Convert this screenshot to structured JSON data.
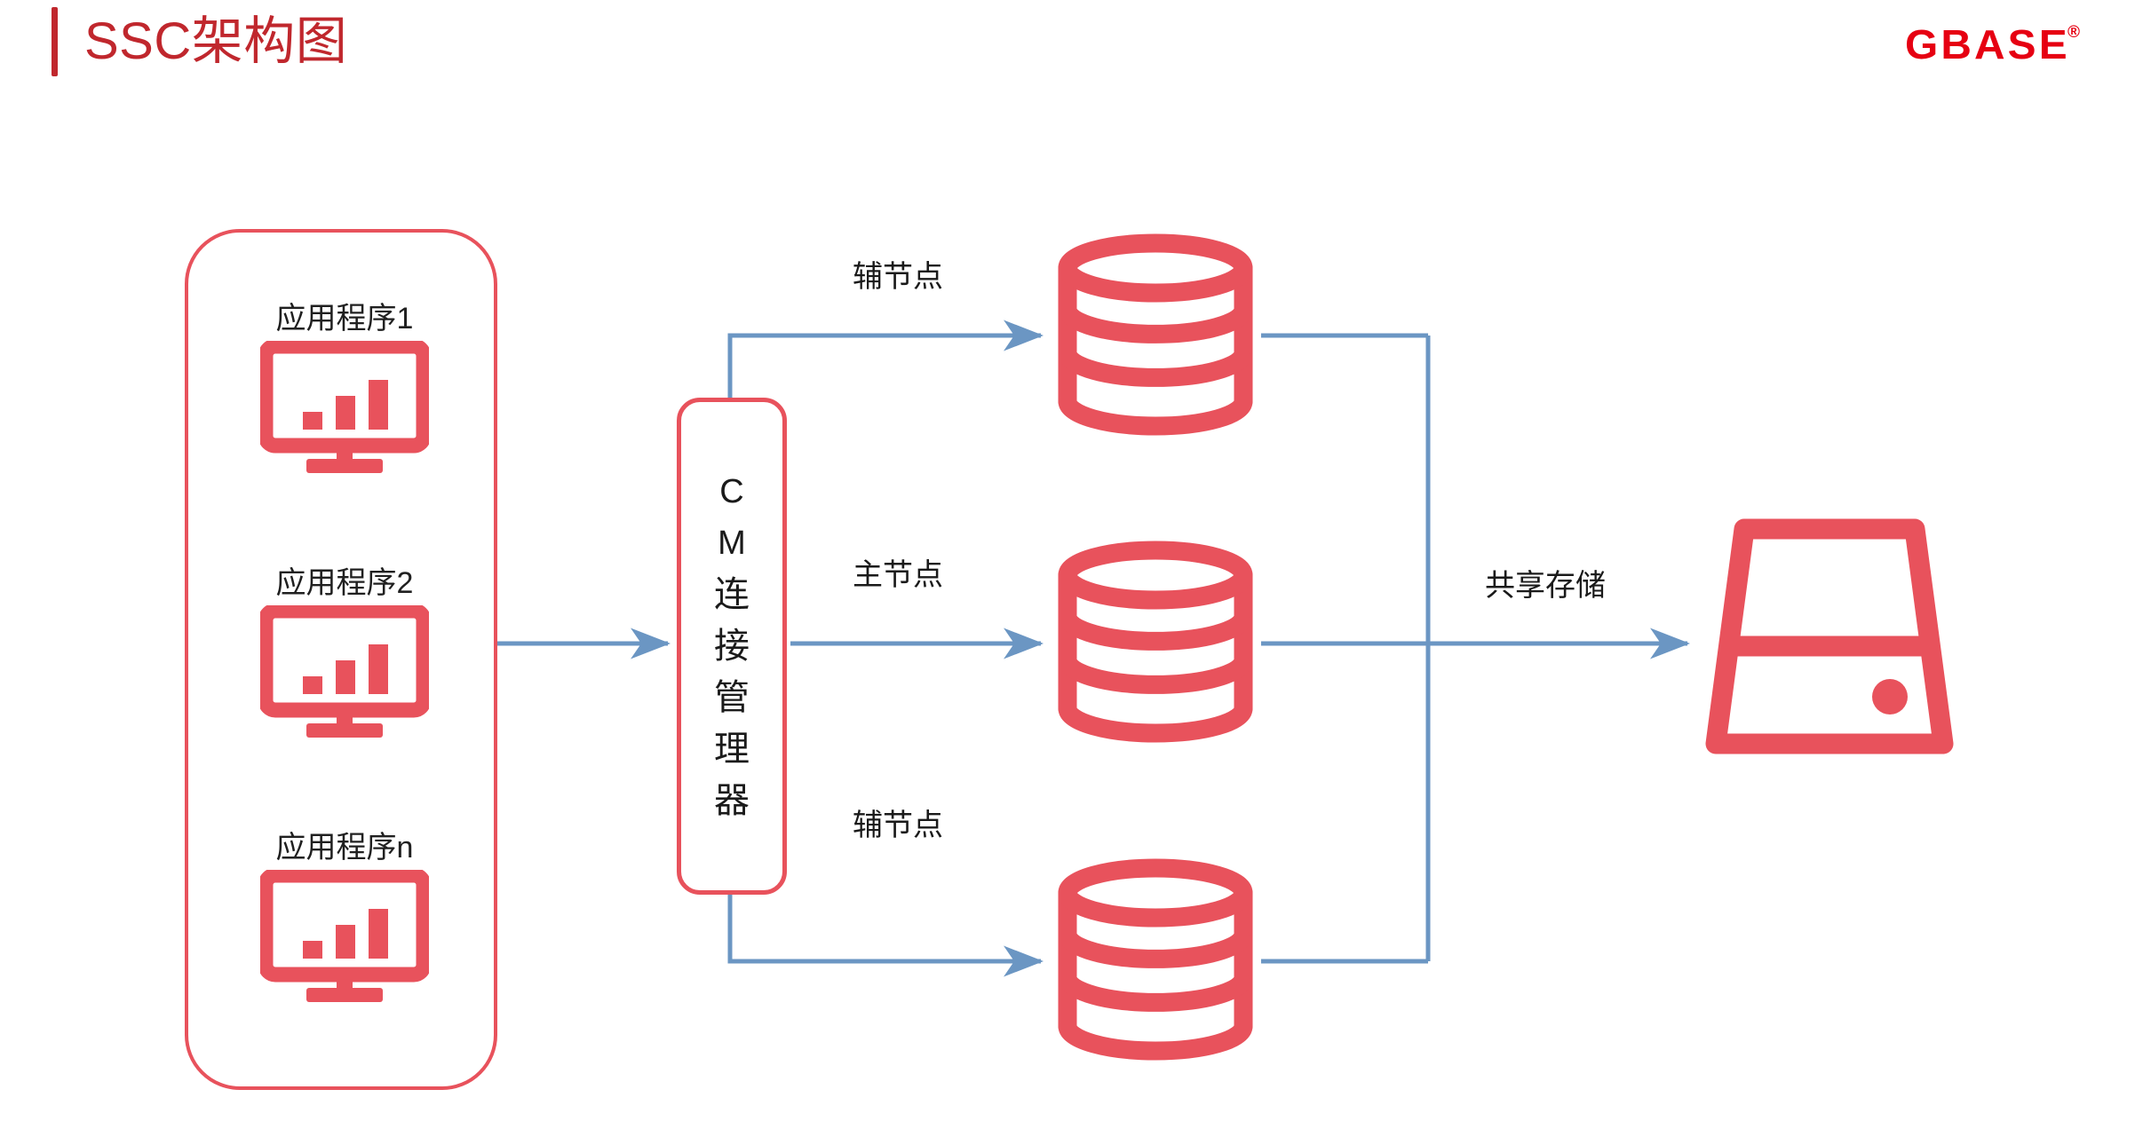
{
  "header": {
    "title": "SSC架构图",
    "brand": "GBASE",
    "brand_registered": "®",
    "accent_color": "#c0272d",
    "brand_color": "#e60012"
  },
  "colors": {
    "node_red": "#e8525c",
    "connector_blue": "#6b96c3",
    "text_dark": "#1a1a1a",
    "background": "#ffffff"
  },
  "diagram": {
    "type": "architecture-diagram",
    "app_group": {
      "name": "application-group",
      "items": [
        {
          "label": "应用程序1",
          "icon": "monitor-chart-icon"
        },
        {
          "label": "应用程序2",
          "icon": "monitor-chart-icon"
        },
        {
          "label": "应用程序n",
          "icon": "monitor-chart-icon"
        }
      ]
    },
    "cm": {
      "name": "connection-manager",
      "chars": [
        "C",
        "M",
        "连",
        "接",
        "管",
        "理",
        "器"
      ],
      "full_text": "CM连接管理器"
    },
    "nodes": [
      {
        "label": "辅节点",
        "role": "secondary",
        "icon": "database-cylinder-icon"
      },
      {
        "label": "主节点",
        "role": "primary",
        "icon": "database-cylinder-icon"
      },
      {
        "label": "辅节点",
        "role": "secondary",
        "icon": "database-cylinder-icon"
      }
    ],
    "storage": {
      "label": "共享存储",
      "icon": "storage-drive-icon"
    }
  }
}
